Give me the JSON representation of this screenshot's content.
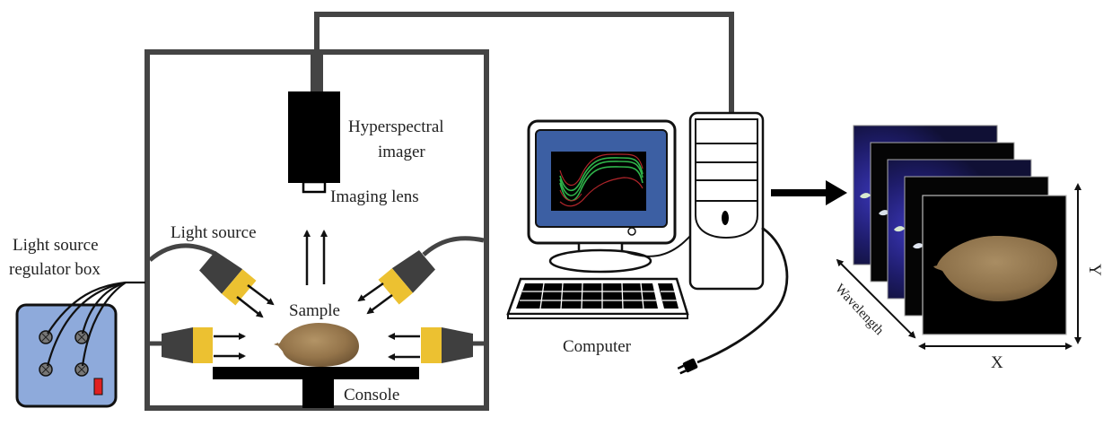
{
  "diagram": {
    "title": "Hyperspectral imaging system schematic",
    "labels": {
      "imager_line1": "Hyperspectral",
      "imager_line2": "imager",
      "lens": "Imaging lens",
      "light_source": "Light source",
      "regulator_line1": "Light source",
      "regulator_line2": "regulator box",
      "sample": "Sample",
      "console": "Console",
      "computer": "Computer",
      "axis_wavelength": "Wavelength",
      "axis_x": "X",
      "axis_y": "Y"
    },
    "components": [
      {
        "id": "imaging-chamber",
        "name": "Imaging chamber"
      },
      {
        "id": "hyperspectral-imager",
        "name": "Hyperspectral imager"
      },
      {
        "id": "imaging-lens",
        "name": "Imaging lens"
      },
      {
        "id": "light-sources",
        "name": "Light source",
        "count": 4
      },
      {
        "id": "regulator-box",
        "name": "Light source regulator box",
        "knobs": 4
      },
      {
        "id": "sample",
        "name": "Sample (sweet potato)"
      },
      {
        "id": "console",
        "name": "Console"
      },
      {
        "id": "computer",
        "name": "Computer"
      },
      {
        "id": "hypercube",
        "name": "Hyperspectral image cube",
        "layers": 5
      }
    ],
    "colors": {
      "frame": "#444444",
      "lamp_body": "#3f3f3f",
      "lamp_band": "#ecc131",
      "regulator_box": "#8eaadb",
      "switch": "#e02020",
      "monitor_screen": "#3c5fa3",
      "spectrum_green": "#2fb34a",
      "spectrum_red": "#b0252a",
      "cube_blue": "#1c1a5e",
      "potato": "#9b7a50"
    }
  }
}
